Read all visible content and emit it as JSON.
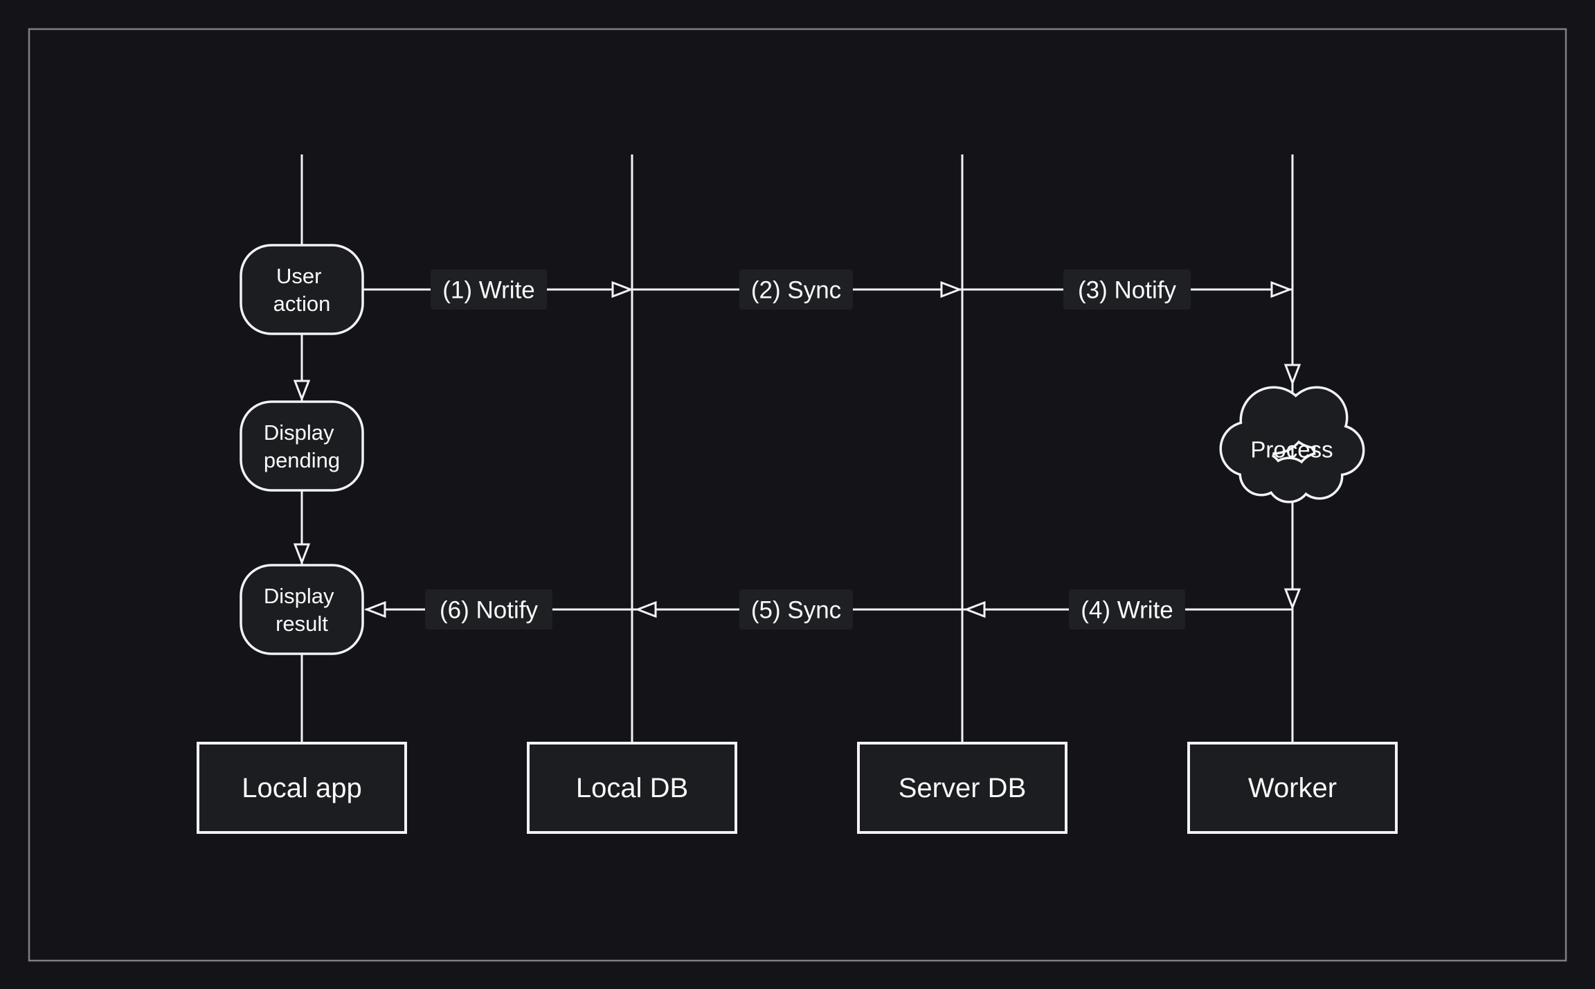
{
  "diagram": {
    "type": "sequence-flow",
    "lanes": [
      {
        "label": "Local app"
      },
      {
        "label": "Local DB"
      },
      {
        "label": "Server DB"
      },
      {
        "label": "Worker"
      }
    ],
    "nodes": [
      {
        "line1": "User",
        "line2": "action"
      },
      {
        "line1": "Display",
        "line2": "pending"
      },
      {
        "line1": "Display",
        "line2": "result"
      }
    ],
    "cloud": {
      "label": "Process"
    },
    "steps": [
      {
        "label": "(1) Write"
      },
      {
        "label": "(2) Sync"
      },
      {
        "label": "(3) Notify"
      },
      {
        "label": "(4) Write"
      },
      {
        "label": "(5) Sync"
      },
      {
        "label": "(6) Notify"
      }
    ],
    "colors": {
      "background": "#141418",
      "shape_fill": "#1c1d20",
      "label_fill": "#1e2024",
      "stroke": "#f2f3f6",
      "frame": "#7f8084",
      "text": "#fafafa"
    }
  }
}
